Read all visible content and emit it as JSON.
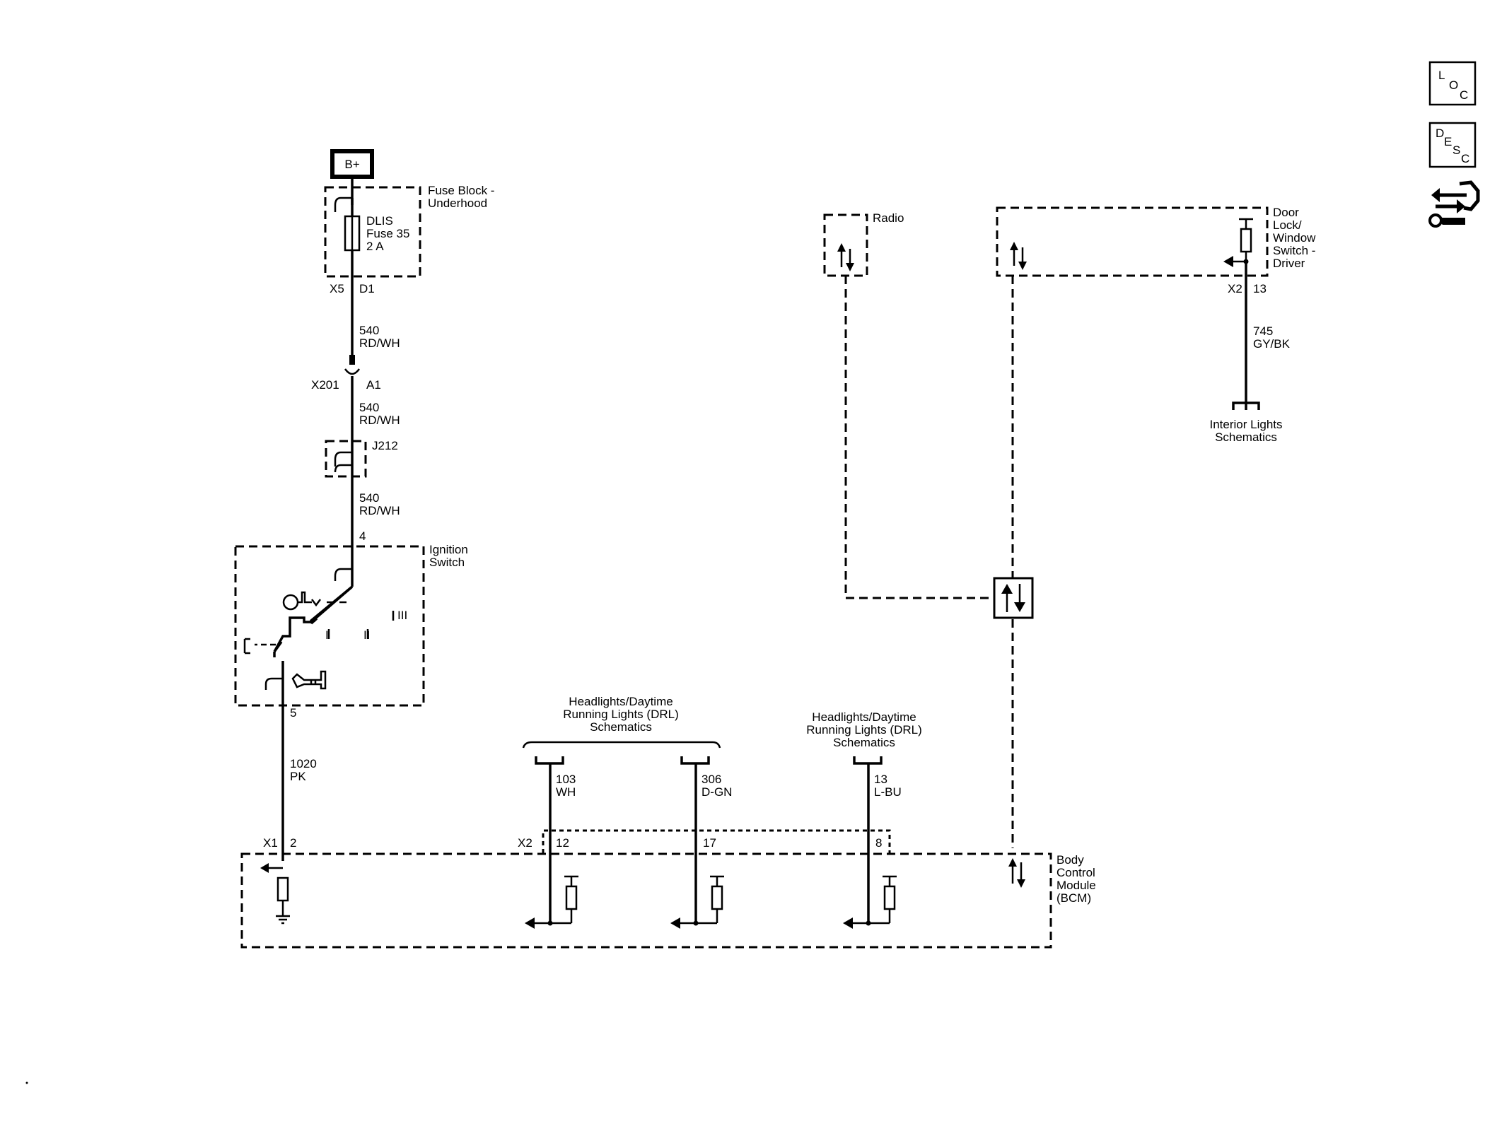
{
  "power": {
    "label": "B+"
  },
  "fuse_block": {
    "name_line1": "Fuse Block -",
    "name_line2": "Underhood",
    "fuse_line1": "DLIS",
    "fuse_line2": "Fuse 35",
    "fuse_line3": "2 A",
    "connector": "X5",
    "pin": "D1"
  },
  "wires": {
    "w540a": {
      "circuit": "540",
      "color": "RD/WH"
    },
    "w540b": {
      "circuit": "540",
      "color": "RD/WH"
    },
    "w540c": {
      "circuit": "540",
      "color": "RD/WH"
    },
    "w1020": {
      "circuit": "1020",
      "color": "PK"
    },
    "w103": {
      "circuit": "103",
      "color": "WH"
    },
    "w306": {
      "circuit": "306",
      "color": "D-GN"
    },
    "w13": {
      "circuit": "13",
      "color": "L-BU"
    },
    "w745": {
      "circuit": "745",
      "color": "GY/BK"
    }
  },
  "inline_connector": {
    "name": "X201",
    "pin": "A1"
  },
  "splice": {
    "name": "J212"
  },
  "ignition_switch": {
    "name_line1": "Ignition",
    "name_line2": "Switch",
    "pin_in": "4",
    "pin_out": "5",
    "positions": [
      "I",
      "II",
      "III"
    ]
  },
  "bcm": {
    "name_line1": "Body",
    "name_line2": "Control",
    "name_line3": "Module",
    "name_line4": "(BCM)",
    "conn_x1": "X1",
    "pin_x1_2": "2",
    "conn_x2": "X2",
    "pin_12": "12",
    "pin_17": "17",
    "pin_8": "8"
  },
  "drl_group": {
    "line1": "Headlights/Daytime",
    "line2": "Running Lights (DRL)",
    "line3": "Schematics"
  },
  "drl_single": {
    "line1": "Headlights/Daytime",
    "line2": "Running Lights (DRL)",
    "line3": "Schematics"
  },
  "radio": {
    "name": "Radio"
  },
  "door_switch": {
    "line1": "Door",
    "line2": "Lock/",
    "line3": "Window",
    "line4": "Switch -",
    "line5": "Driver",
    "connector": "X2",
    "pin": "13"
  },
  "interior_lights": {
    "line1": "Interior Lights",
    "line2": "Schematics"
  },
  "side_icons": [
    {
      "name": "loc-icon",
      "l1": "L",
      "l2": "O",
      "l3": "C"
    },
    {
      "name": "desc-icon",
      "l1": "D",
      "l2": "E",
      "l3": "S",
      "l4": "C"
    },
    {
      "name": "connector-repair-icon"
    }
  ]
}
